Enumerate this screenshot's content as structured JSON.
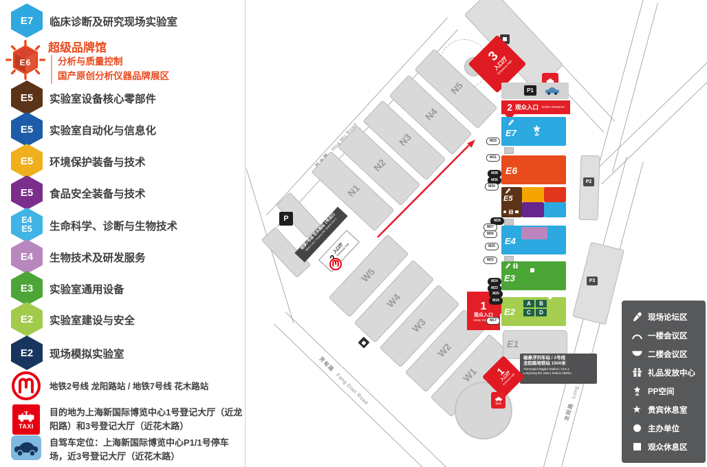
{
  "taxi_label": "TAXI",
  "colors": {
    "accent_red": "#E31E26",
    "e7_blue": "#2FA8DF",
    "e6_orange": "#E8491D",
    "e5_brown": "#5B3318",
    "e5_dark_blue": "#1D5CA8",
    "e5_amber": "#F0B01E",
    "e5_purple": "#7C2E8C",
    "e4e5_light_blue": "#3FB4E5",
    "e4_mauve": "#B887BD",
    "e3_green": "#4CA637",
    "e2_light_green": "#A2CB4C",
    "e2_navy": "#17355E",
    "legend_bg": "#57585A",
    "hall_gray": "#D9D9D9",
    "e2_room_green": "#1D5F49"
  },
  "sidebar": {
    "items": [
      {
        "badge": "E7",
        "label": "临床诊断及研究现场实验室",
        "color": "#2FA8DF"
      },
      {
        "badge": "E5",
        "label": "实验室设备核心零部件",
        "color": "#5B3318"
      },
      {
        "badge": "E5",
        "label": "实验室自动化与信息化",
        "color": "#1D5CA8"
      },
      {
        "badge": "E5",
        "label": "环境保护装备与技术",
        "color": "#F0B01E"
      },
      {
        "badge": "E5",
        "label": "食品安全装备与技术",
        "color": "#7C2E8C"
      },
      {
        "badge": "E4",
        "badge2": "E5",
        "label": "生命科学、诊断与生物技术",
        "color": "#3FB4E5"
      },
      {
        "badge": "E4",
        "label": "生物技术及研发服务",
        "color": "#B887BD"
      },
      {
        "badge": "E3",
        "label": "实验室通用设备",
        "color": "#4CA637"
      },
      {
        "badge": "E2",
        "label": "实验室建设与安全",
        "color": "#A2CB4C"
      },
      {
        "badge": "E2",
        "label": "现场模拟实验室",
        "color": "#17355E"
      }
    ],
    "brand": {
      "badge": "E6",
      "title": "超级品牌馆",
      "line1": "分析与质量控制",
      "line2": "国产原创分析仪器品牌展区",
      "color": "#E8491D"
    },
    "transport": [
      {
        "icon": "metro-logo",
        "label": "地铁2号线 龙阳路站 / 地铁7号线 花木路站"
      },
      {
        "icon": "taxi-icon",
        "label": "目的地为上海新国际博览中心1号登记大厅（近龙阳路）和3号登记大厅（近花木路）"
      },
      {
        "icon": "car-icon",
        "label": "自驾车定位：上海新国际博览中心P1/1号停车场，近3号登记大厅（近花木路）"
      }
    ]
  },
  "map": {
    "roads": {
      "huamu": {
        "zh": "花木路",
        "en": "Hua Mu Road"
      },
      "fangdian": {
        "zh": "芳甸路",
        "en": "Fang Dian Road"
      },
      "longyang": {
        "zh": "龙阳路",
        "en": "Long Yang Road"
      }
    },
    "halls": {
      "n": [
        "N1",
        "N2",
        "N3",
        "N4",
        "N5"
      ],
      "w": [
        "W1",
        "W2",
        "W3",
        "W4",
        "W5"
      ],
      "e": {
        "e1": "E1",
        "e2": "E2",
        "e3": "E3",
        "e4": "E4",
        "e5": "E5",
        "e6": "E6",
        "e7": "E7"
      }
    },
    "e2_rooms": [
      "A",
      "B",
      "C",
      "D"
    ],
    "parking": {
      "p": "P",
      "p1": "P1",
      "p2": "P2",
      "p3": "P3"
    },
    "entrance3": {
      "num": "3",
      "zh": "入口厅",
      "en": "Entrance Hall"
    },
    "entrance1_hall": {
      "num": "1",
      "zh": "入口厅",
      "en": "Entrance Hall"
    },
    "visitor2": {
      "num": "2",
      "zh": "观众入口",
      "en": "Visitor Entrance"
    },
    "visitor1": {
      "num": "1",
      "zh": "观众入口",
      "en": "Visitor Entrance"
    },
    "west2": {
      "num": "2",
      "zh": "入口厅",
      "en": "Entrance Hall",
      "metro_zh": "地铁7号线 花木路站 1号出口",
      "metro_en": "Metro Line 7 Huamu Rd. Station Exit 1"
    },
    "maglev": {
      "l1": "磁悬浮列车站 / 2号线",
      "l2": "龙阳路地铁站 1500米",
      "l3": "Transrapid Maglev Station / Line 2",
      "l4": "LongYang Rd. Metro Station 1500m"
    },
    "gates": [
      "M33",
      "M31",
      "M38",
      "M36",
      "M30",
      "M28",
      "M27",
      "M26",
      "M25",
      "M22",
      "M24",
      "M23",
      "M20",
      "M18",
      "M17"
    ],
    "legend": {
      "items": [
        {
          "icon": "mic-icon",
          "label": "现场论坛区"
        },
        {
          "icon": "arc-outline-icon",
          "label": "一楼会议区"
        },
        {
          "icon": "half-circle-icon",
          "label": "二楼会议区"
        },
        {
          "icon": "gift-icon",
          "label": "礼品发放中心"
        },
        {
          "icon": "star-pedestal-icon",
          "label": "PP空间"
        },
        {
          "icon": "star-icon",
          "label": "贵宾休息室"
        },
        {
          "icon": "dot-icon",
          "label": "主办单位"
        },
        {
          "icon": "square-icon",
          "label": "观众休息区"
        }
      ]
    }
  }
}
